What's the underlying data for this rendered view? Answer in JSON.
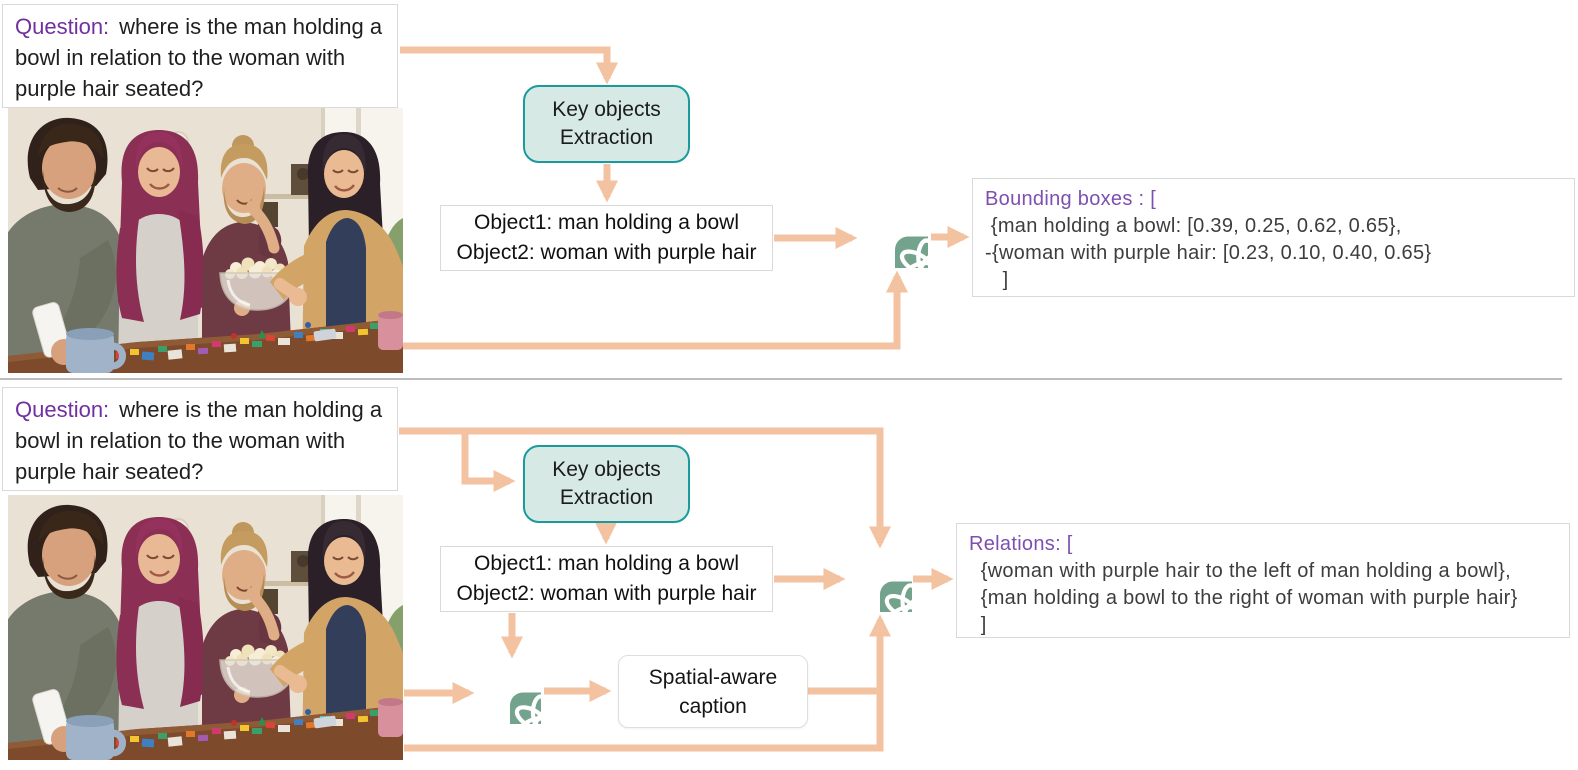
{
  "palette": {
    "arrow": "#f3c2a0",
    "gptGreen": "#74a38d",
    "tealBorder": "#1a9a9c",
    "tealFill": "#d7e9e5",
    "questionPurple": "#7030a0",
    "outputPurple": "#7d4fb0",
    "boxBorder": "#d9d9d9",
    "textDark": "#1f1f1f",
    "outputText": "#3d3d3d",
    "separator": "#bdbdbd"
  },
  "question": {
    "label": "Question:",
    "text": "where is the man holding a bowl in relation to the woman with purple hair seated?"
  },
  "nodes": {
    "key_objects_extraction": {
      "line1": "Key objects",
      "line2": "Extraction"
    },
    "extracted_objects": {
      "line1": "Object1: man holding a bowl",
      "line2": "Object2: woman with purple hair"
    },
    "spatial_caption": {
      "line1": "Spatial-aware",
      "line2": "caption"
    },
    "gpt_icon": "openai-gpt-logo",
    "photo_icon": "friends-board-game-photo"
  },
  "outputs": {
    "bounding_boxes": {
      "header": "Bounding boxes : [",
      "lines": [
        " {man holding a bowl: [0.39, 0.25, 0.62, 0.65},",
        "-{woman with purple hair: [0.23, 0.10, 0.40, 0.65}",
        "   ]"
      ]
    },
    "relations": {
      "header": "Relations: [",
      "lines": [
        "  {woman with purple hair to the left of man holding a bowl},",
        "  {man holding a bowl to the right of woman with purple hair}",
        "  ]"
      ]
    }
  }
}
